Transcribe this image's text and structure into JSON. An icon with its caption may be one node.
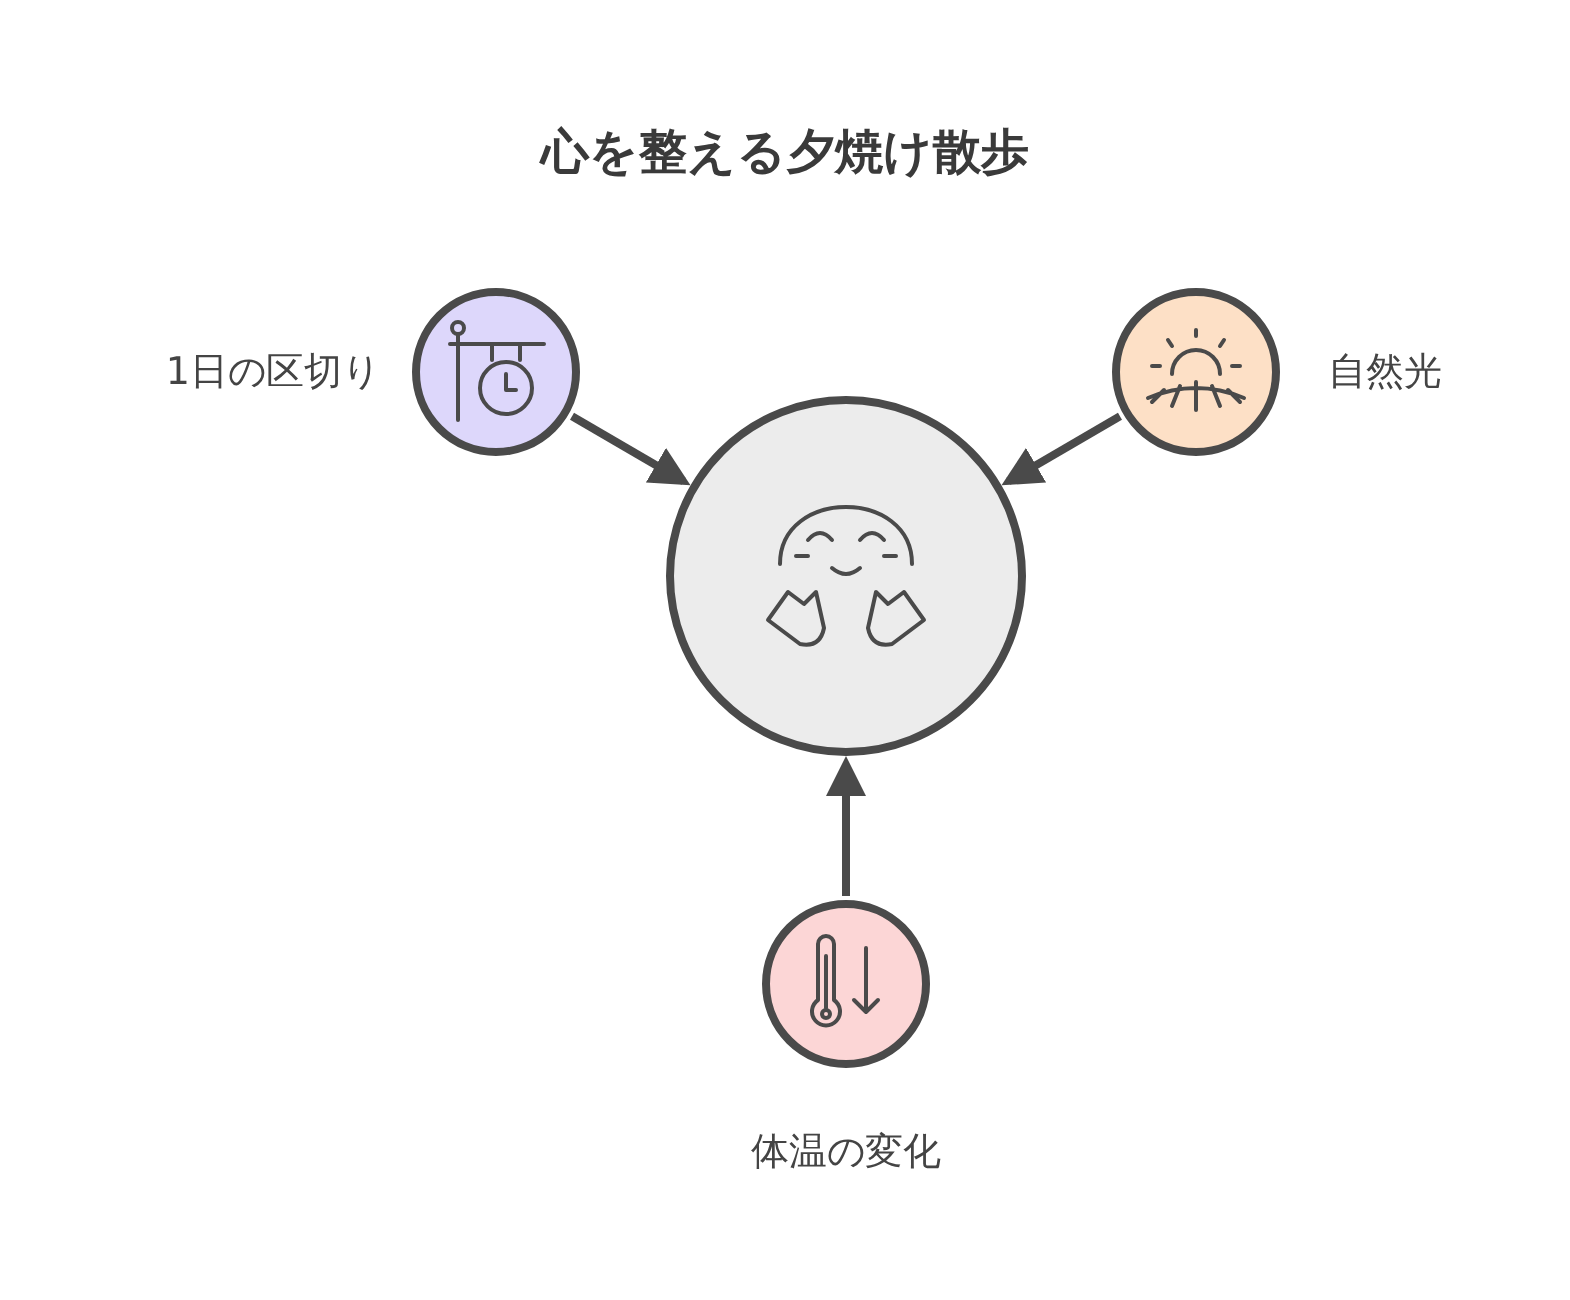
{
  "diagram": {
    "title": "心を整える夕焼け散歩",
    "nodes": [
      {
        "text": [],
        "shape": "circle"
      },
      {
        "text": [],
        "shape": "circle",
        "beside": [
          "1日の区切り"
        ]
      },
      {
        "text": [],
        "shape": "circle",
        "beside": [
          "自然光"
        ]
      },
      {
        "text": [],
        "shape": "circle",
        "beside": [
          "体温の変化"
        ]
      }
    ],
    "edges": [
      {
        "from": 1,
        "to": 0,
        "arrow": "to"
      },
      {
        "from": 2,
        "to": 0,
        "arrow": "to"
      },
      {
        "from": 3,
        "to": 0,
        "arrow": "to"
      }
    ]
  }
}
